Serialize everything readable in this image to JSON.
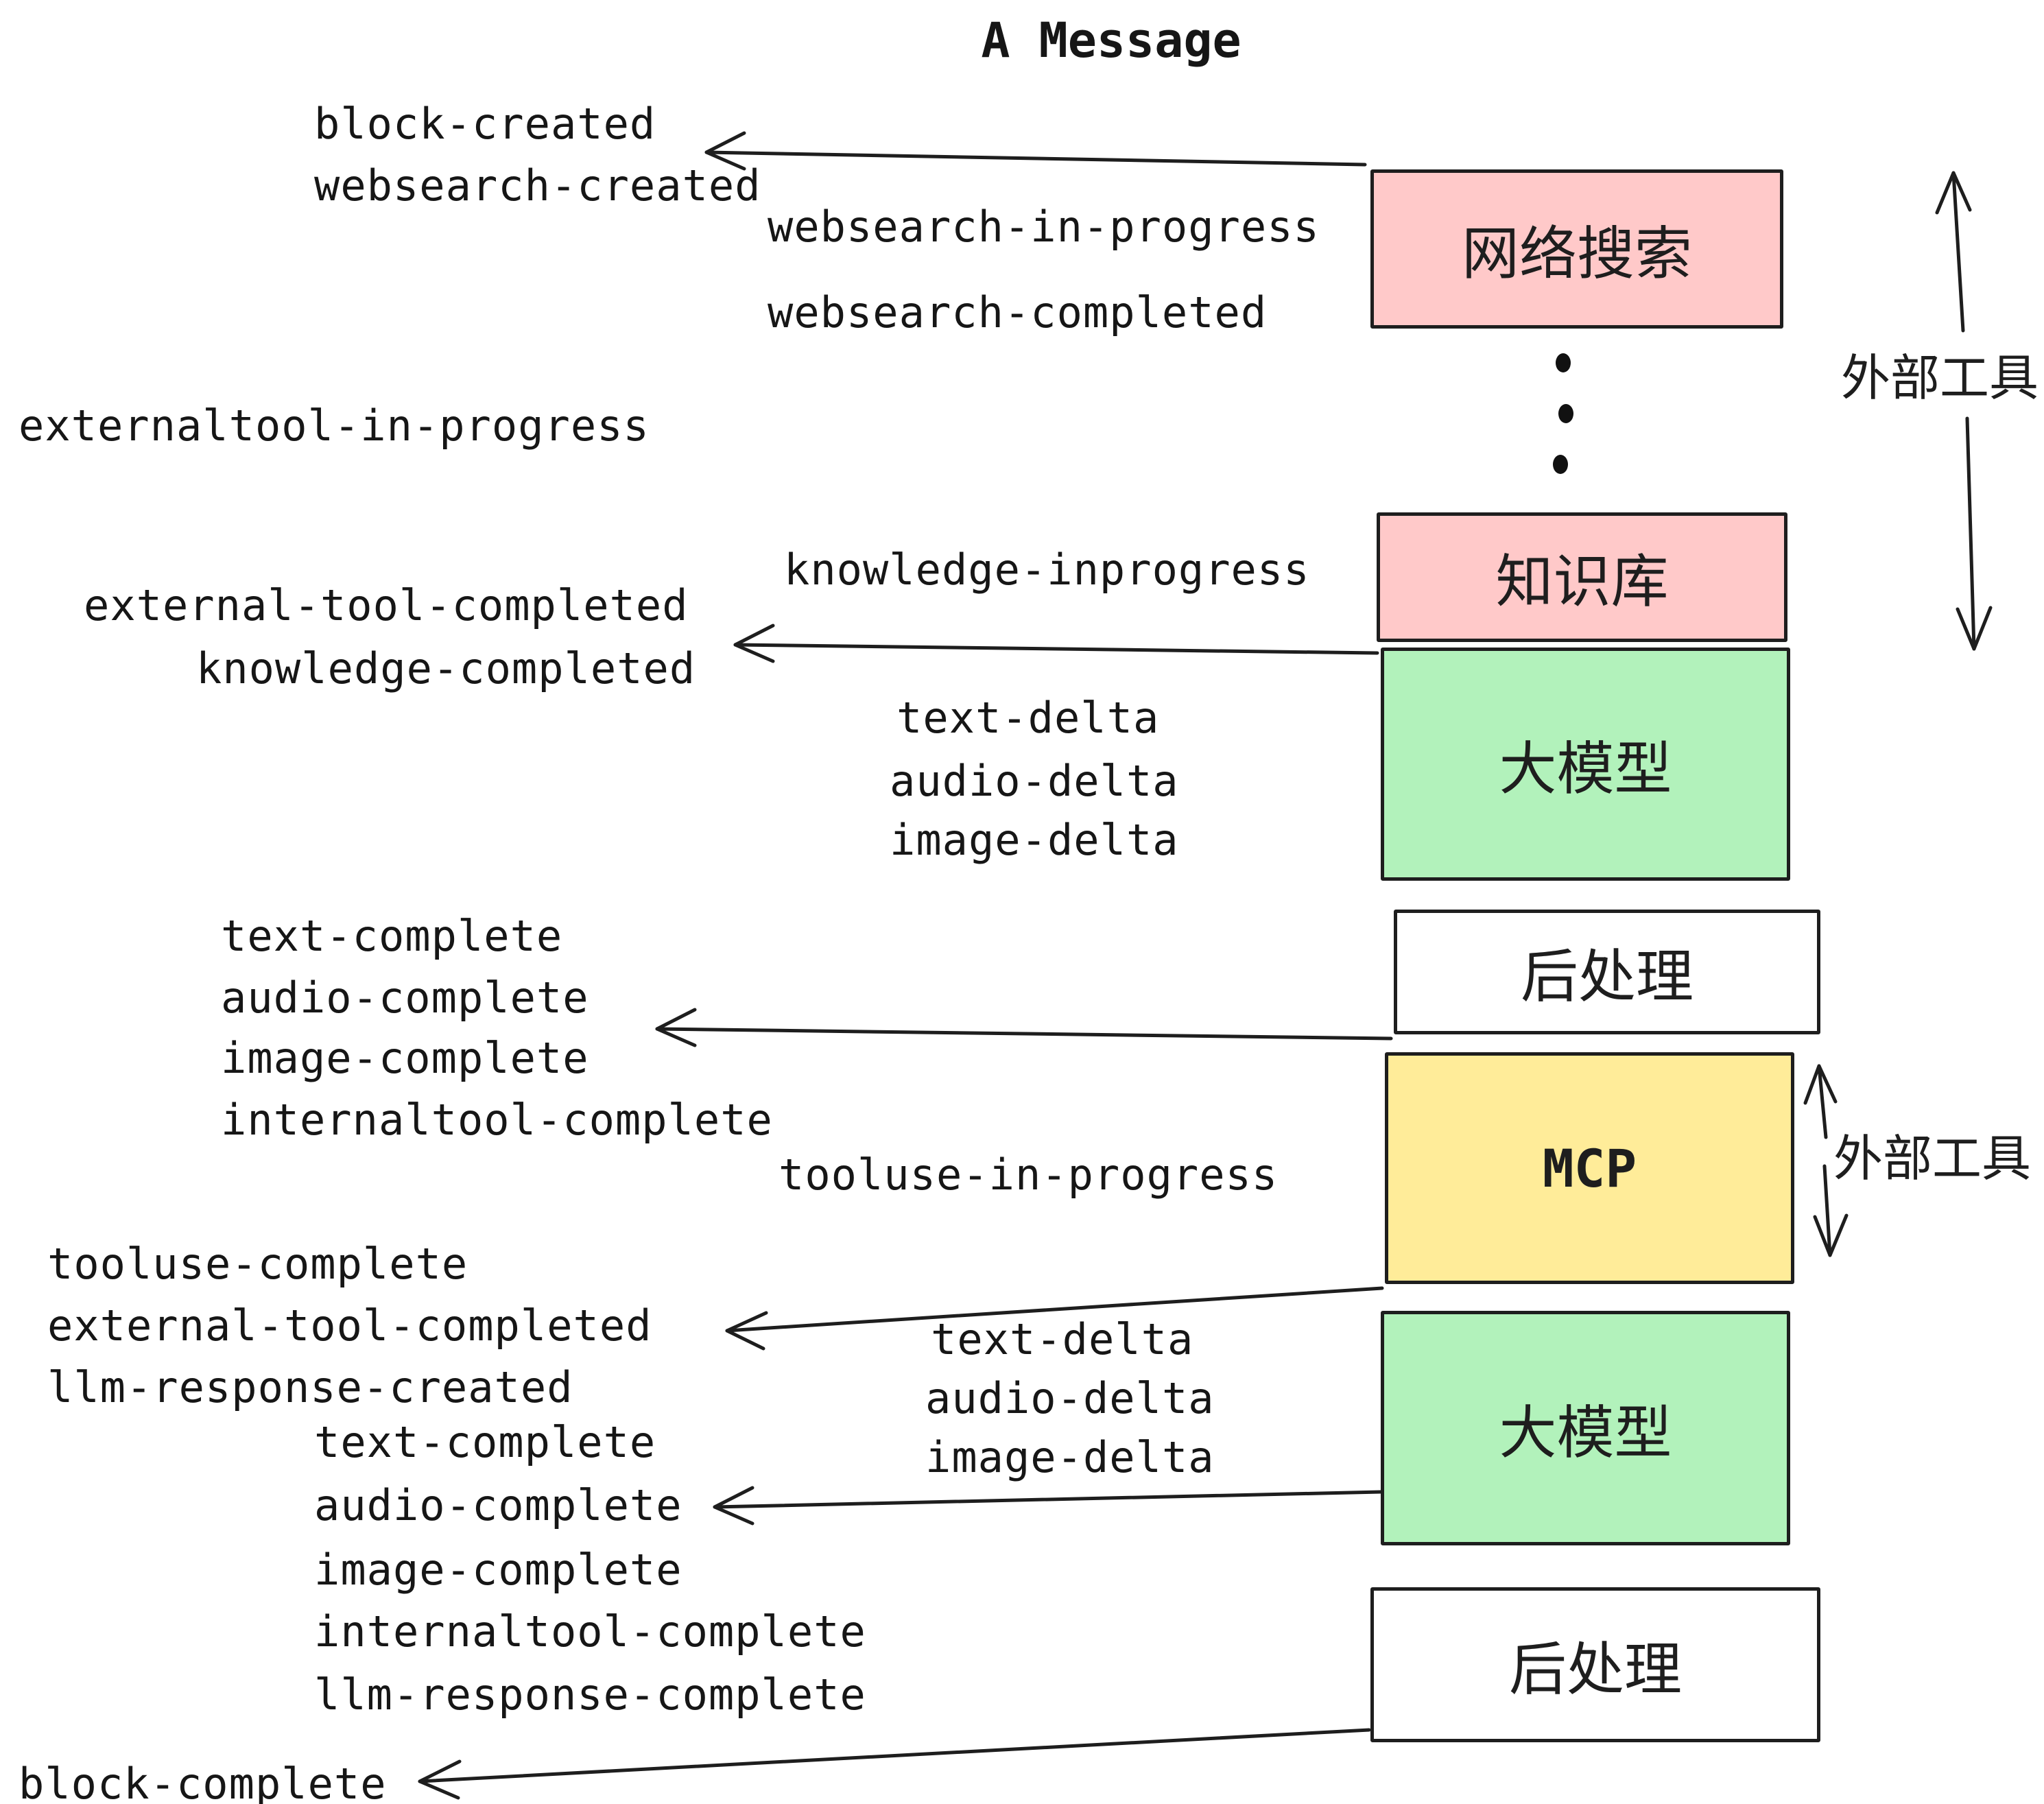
{
  "title": "A Message",
  "events": {
    "block_created": "block-created",
    "websearch_created": "websearch-created",
    "websearch_in_progress": "websearch-in-progress",
    "websearch_completed": "websearch-completed",
    "externaltool_in_progress": "externaltool-in-progress",
    "knowledge_inprogress": "knowledge-inprogress",
    "external_tool_completed": "external-tool-completed",
    "knowledge_completed": "knowledge-completed",
    "text_delta": "text-delta",
    "audio_delta": "audio-delta",
    "image_delta": "image-delta",
    "text_complete": "text-complete",
    "audio_complete": "audio-complete",
    "image_complete": "image-complete",
    "internaltool_complete": "internaltool-complete",
    "tooluse_in_progress": "tooluse-in-progress",
    "tooluse_complete": "tooluse-complete",
    "llm_response_created": "llm-response-created",
    "llm_response_complete": "llm-response-complete",
    "block_complete": "block-complete"
  },
  "boxes": [
    {
      "id": "websearch",
      "label": "网络搜索",
      "fill": "#ffc9c9"
    },
    {
      "id": "knowledge",
      "label": "知识库",
      "fill": "#ffc9c9"
    },
    {
      "id": "llm-1",
      "label": "大模型",
      "fill": "#b2f2bb"
    },
    {
      "id": "post-1",
      "label": "后处理",
      "fill": "#ffffff"
    },
    {
      "id": "mcp",
      "label": "MCP",
      "fill": "#ffec99"
    },
    {
      "id": "llm-2",
      "label": "大模型",
      "fill": "#b2f2bb"
    },
    {
      "id": "post-2",
      "label": "后处理",
      "fill": "#ffffff"
    }
  ],
  "side_labels": [
    {
      "label": "外部工具"
    },
    {
      "label": "外部工具"
    }
  ],
  "colors": {
    "pink": "#ffc9c9",
    "green": "#b2f2bb",
    "yellow": "#ffec99",
    "white": "#ffffff",
    "ink": "#1e1e1e"
  }
}
